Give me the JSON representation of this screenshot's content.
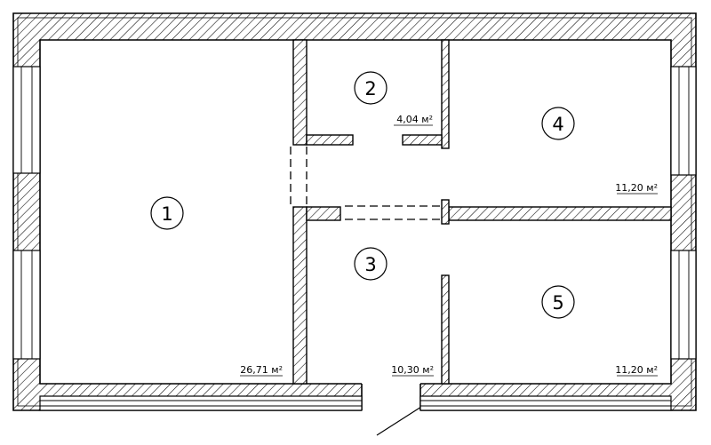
{
  "rooms": [
    {
      "number": "1",
      "area": "26,71 м²"
    },
    {
      "number": "2",
      "area": "4,04 м²"
    },
    {
      "number": "3",
      "area": "10,30 м²"
    },
    {
      "number": "4",
      "area": "11,20 м²"
    },
    {
      "number": "5",
      "area": "11,20 м²"
    }
  ],
  "colors": {
    "ink": "#000000",
    "paper": "#ffffff"
  }
}
